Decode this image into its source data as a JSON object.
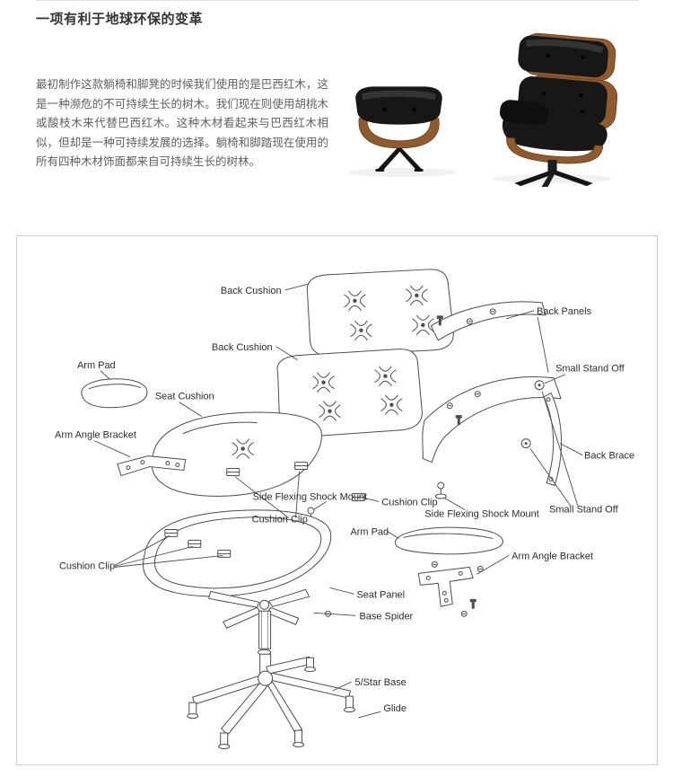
{
  "header": {
    "title": "一项有利于地球环保的变革"
  },
  "intro": {
    "text": "最初制作这款躺椅和脚凳的时候我们使用的是巴西红木，这是一种濒危的不可持续生长的树木。我们现在则使用胡桃木或酸枝木来代替巴西红木。这种木材看起来与巴西红木相似，但却是一种可持续发展的选择。躺椅和脚踏现在使用的所有四种木材饰面都来自可持续生长的树林。"
  },
  "diagram": {
    "labels": [
      {
        "text": "Back Cushion"
      },
      {
        "text": "Back Panels"
      },
      {
        "text": "Back Cushion"
      },
      {
        "text": "Small Stand Off"
      },
      {
        "text": "Arm Pad"
      },
      {
        "text": "Seat Cushion"
      },
      {
        "text": "Arm Angle Bracket"
      },
      {
        "text": "Back Brace"
      },
      {
        "text": "Side Flexing Shock Mount"
      },
      {
        "text": "Cushion Clip"
      },
      {
        "text": "Side Flexing Shock Mount"
      },
      {
        "text": "Small Stand Off"
      },
      {
        "text": "Cushion Clip"
      },
      {
        "text": "Arm Pad"
      },
      {
        "text": "Arm Angle Bracket"
      },
      {
        "text": "Cushion Clip"
      },
      {
        "text": "Seat Panel"
      },
      {
        "text": "Base Spider"
      },
      {
        "text": "5/Star Base"
      },
      {
        "text": "Glide"
      }
    ]
  }
}
